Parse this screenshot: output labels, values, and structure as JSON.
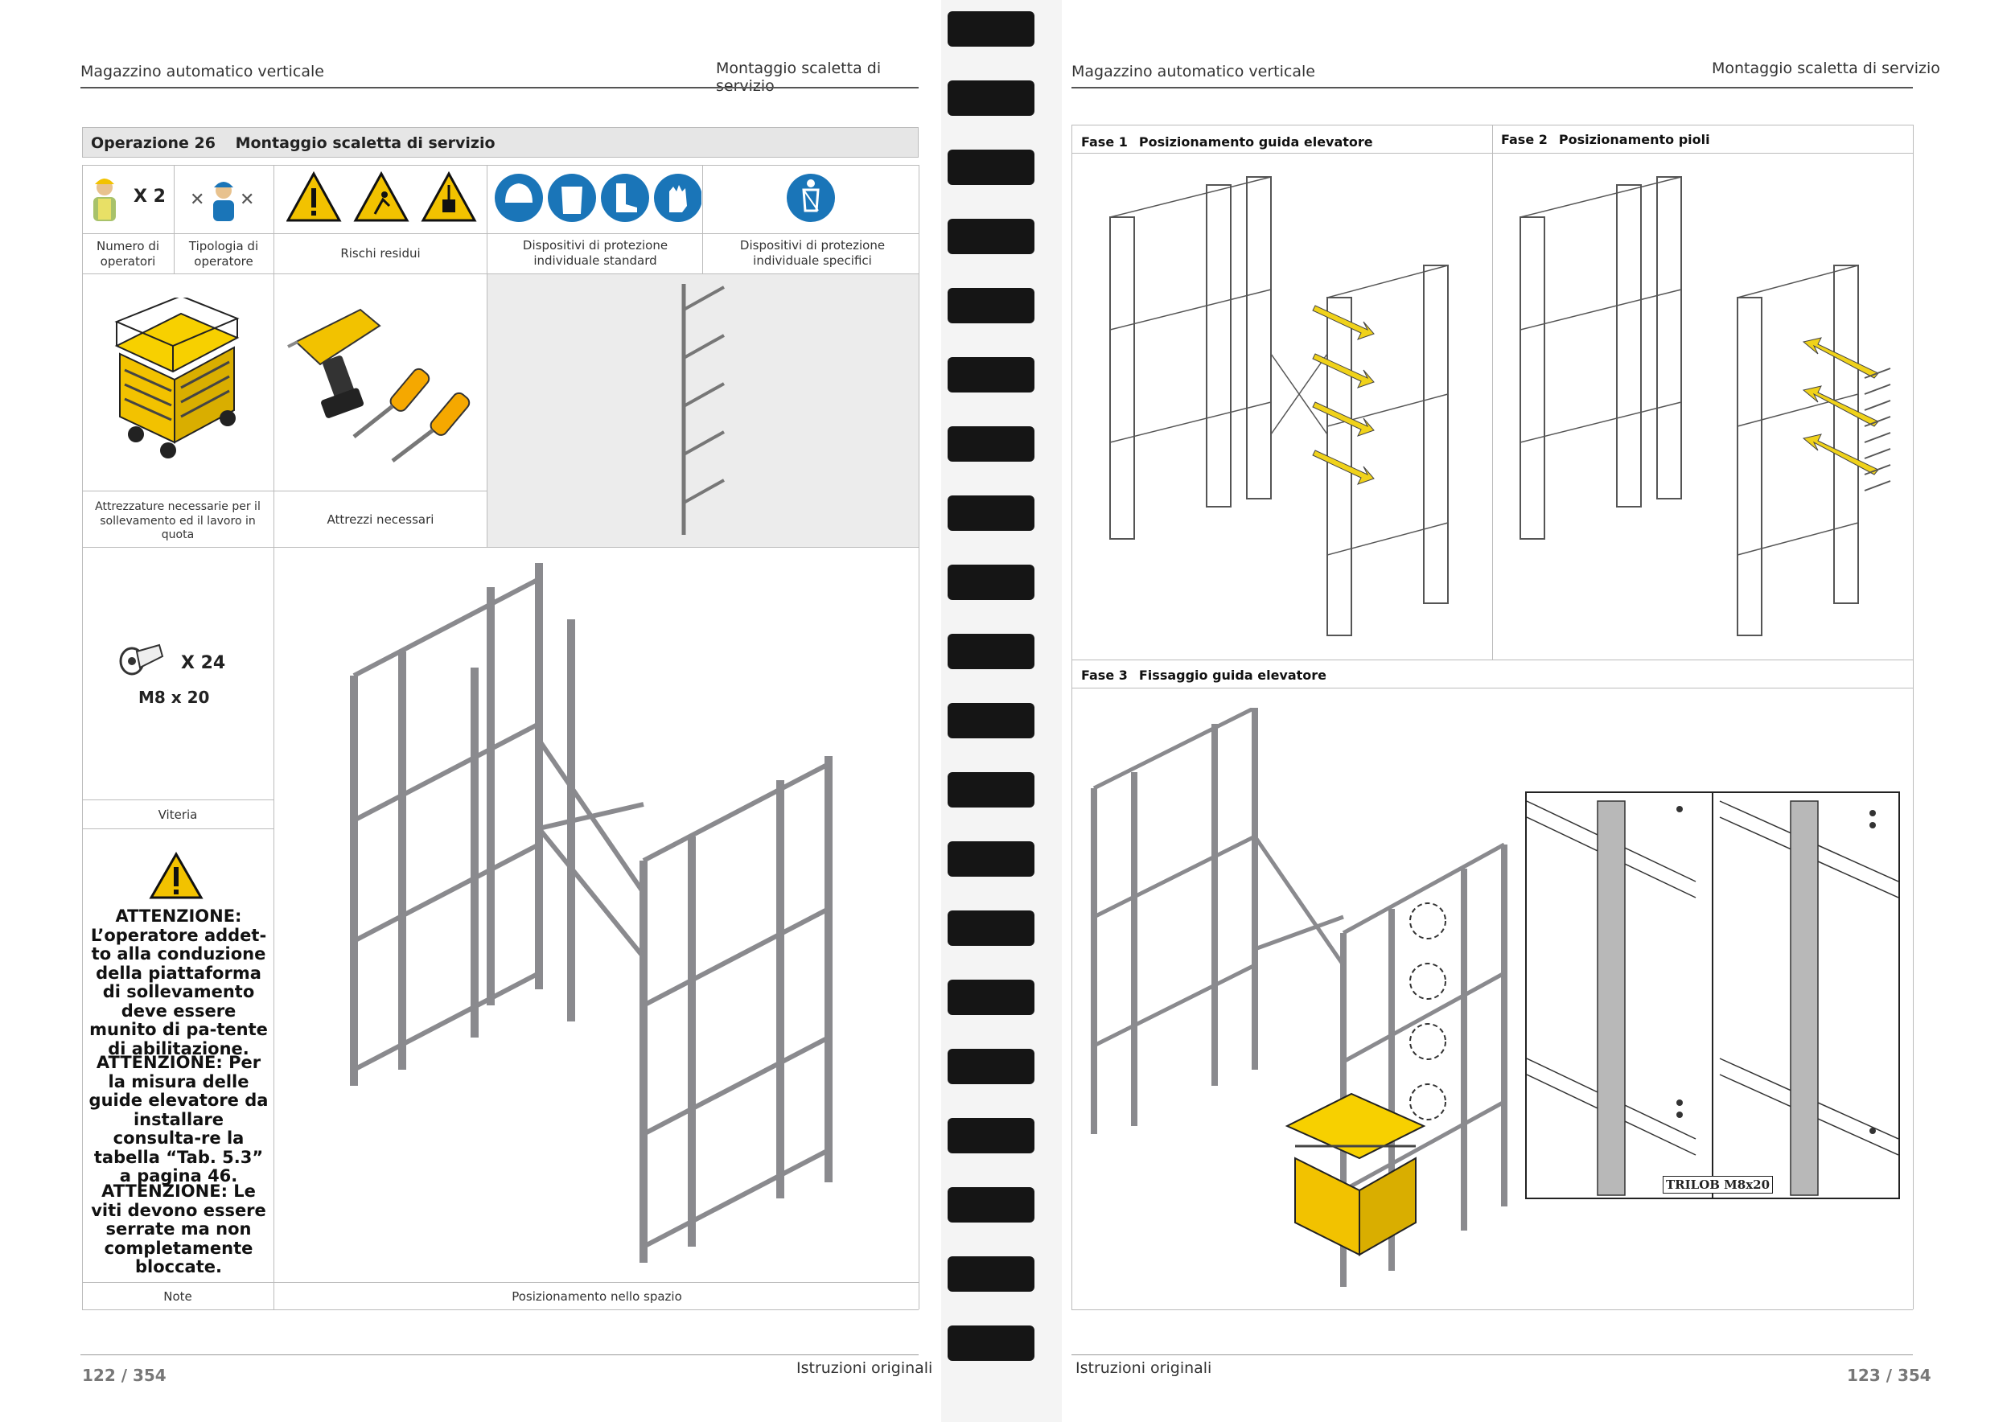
{
  "left_page": {
    "header_left": "Magazzino automatico verticale",
    "header_right": "Montaggio scaletta di servizio",
    "operation": {
      "number": "Operazione 26",
      "title": "Montaggio scaletta di servizio"
    },
    "operators": {
      "count": "X 2",
      "label": "Numero di operatori"
    },
    "operator_type": {
      "label": "Tipologia di operatore"
    },
    "risks": {
      "label": "Rischi residui"
    },
    "ppe_standard": {
      "label": "Dispositivi di protezione individuale standard"
    },
    "ppe_specific": {
      "label": "Dispositivi di protezione individuale specifici"
    },
    "lifting_equipment": {
      "label": "Attrezzature necessarie per il sollevamento ed il lavoro in quota"
    },
    "tools": {
      "label": "Attrezzi necessari"
    },
    "screws": {
      "qty": "X 24",
      "size": "M8 x 20",
      "label": "Viteria"
    },
    "note": {
      "warning1": "ATTENZIONE: L’operatore addet-to alla conduzione della piattaforma di sollevamento deve essere munito di pa-tente di abilitazione.",
      "warning2": "ATTENZIONE: Per la misura delle guide elevatore da installare consulta-re la tabella “Tab. 5.3” a pagina 46.",
      "warning3": "ATTENZIONE: Le viti devono essere serrate ma non completamente bloccate.",
      "label": "Note"
    },
    "placement_label": "Posizionamento nello spazio",
    "page_number": "122 / 354",
    "footer": "Istruzioni originali"
  },
  "right_page": {
    "header_left": "Magazzino automatico verticale",
    "header_right": "Montaggio scaletta di servizio",
    "fase1": {
      "num": "Fase 1",
      "title": "Posizionamento guida elevatore"
    },
    "fase2": {
      "num": "Fase 2",
      "title": "Posizionamento pioli"
    },
    "fase3": {
      "num": "Fase 3",
      "title": "Fissaggio guida elevatore"
    },
    "detail_label": "TRILOB M8x20",
    "page_number": "123 / 354",
    "footer": "Istruzioni originali"
  },
  "colors": {
    "warning_yellow": "#f2c200",
    "ppe_blue": "#1a75b8",
    "frame_gray": "#8a8a8e",
    "arrow_yellow": "#f0d21a"
  }
}
